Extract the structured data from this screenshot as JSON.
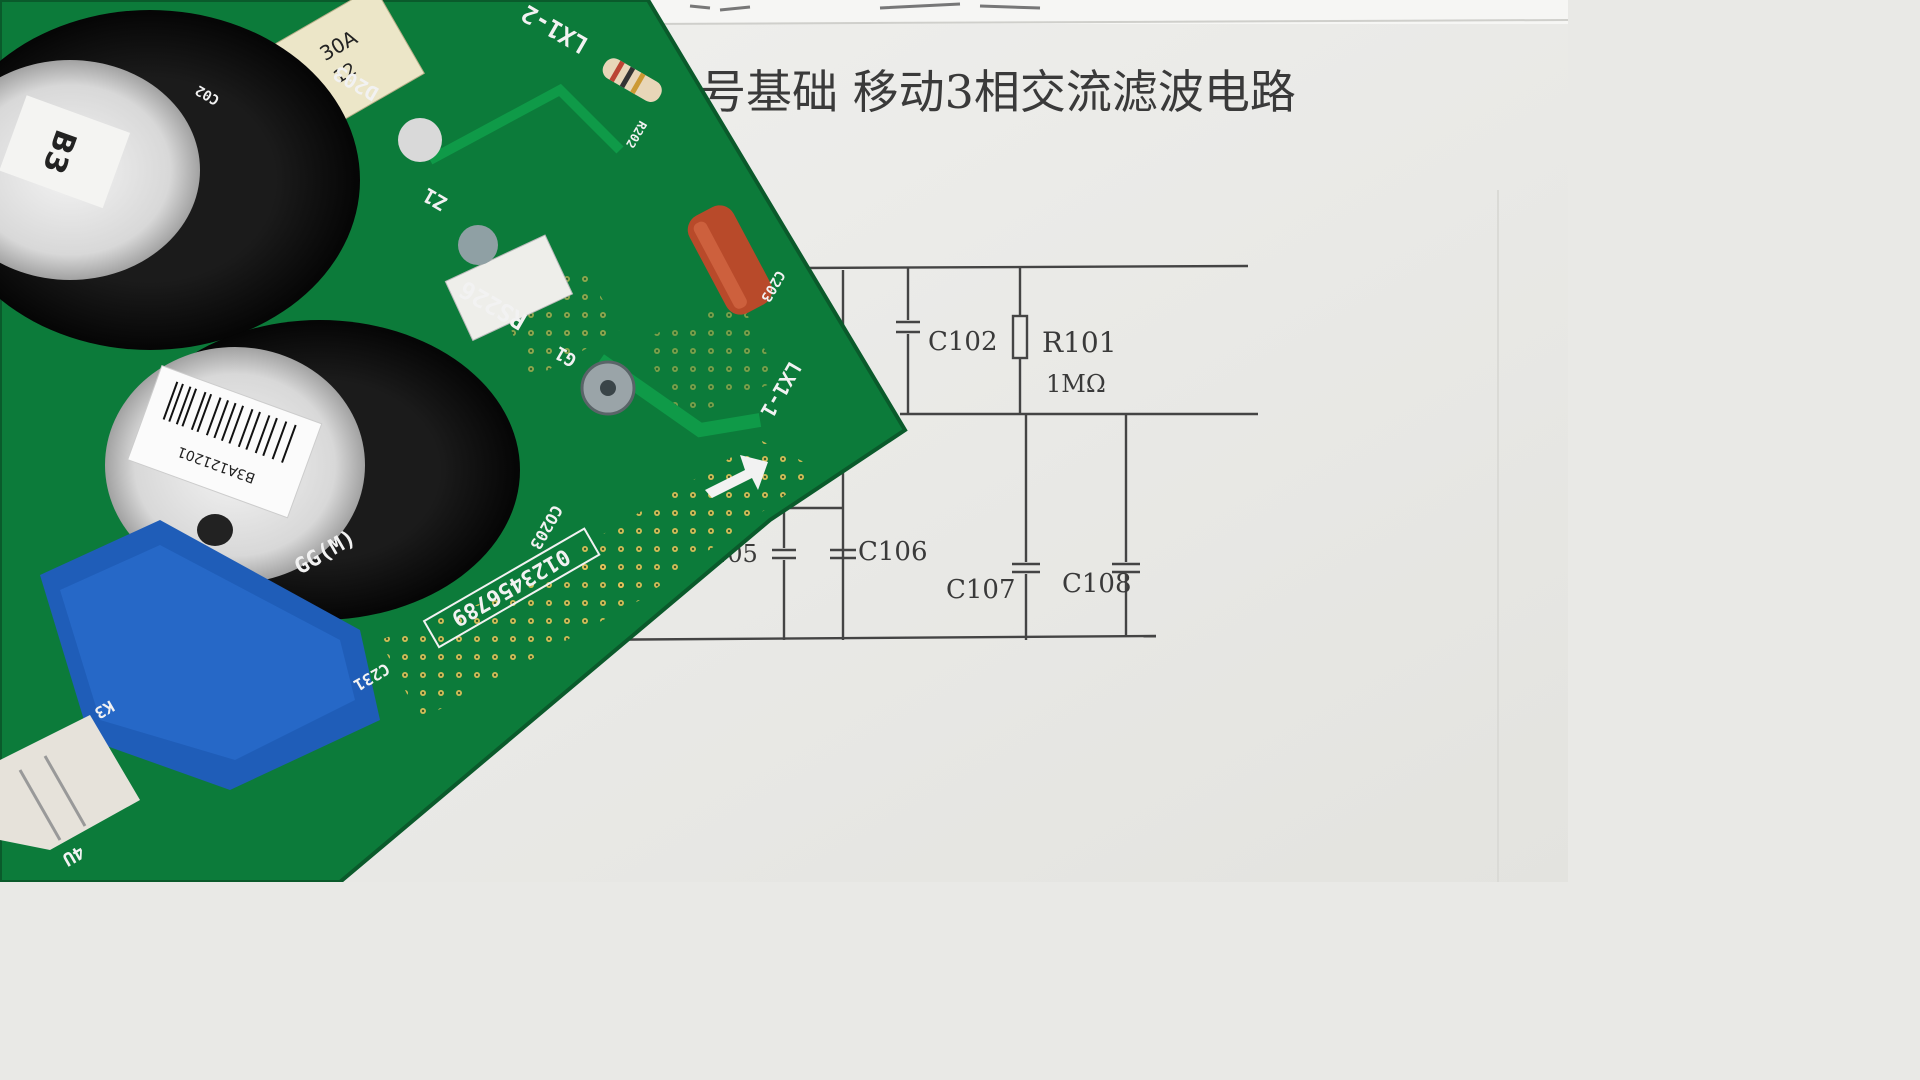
{
  "paper": {
    "top_header": "",
    "title": "号基础 移动3相交流滤波电路"
  },
  "schematic": {
    "labels": {
      "c102": "C102",
      "r101": "R101",
      "r101_value": "1MΩ",
      "c105": "105",
      "c106": "C106",
      "c107": "C107",
      "c108": "C108"
    }
  },
  "pcb": {
    "silkscreen": {
      "lx1_2": "LX1-2",
      "lx1_1": "LX1-1",
      "rs226": "RS226",
      "d203": "D203",
      "co203": "CO203",
      "c231": "C231",
      "c203": "C203",
      "z1": "Z1",
      "g1": "G1",
      "digits": "0123456789",
      "k3": "K3",
      "four_u": "4U",
      "r202": "R202",
      "c02": "C02"
    },
    "capacitor_label_top": "B3",
    "capacitor_label_barcode": "B3A121201",
    "capacitor_marking": "GG(M)",
    "relay_label_line1": "30A",
    "relay_label_line2": "12"
  },
  "colors": {
    "paper": "#ececea",
    "pcb_green": "#0d7a3a",
    "ink": "#3a3a3a"
  }
}
